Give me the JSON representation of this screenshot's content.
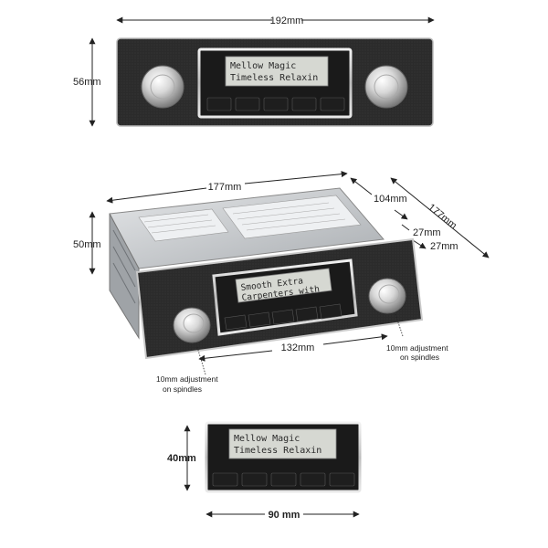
{
  "front_view": {
    "width_label": "192mm",
    "height_label": "56mm",
    "lcd_line1": "Mellow Magic",
    "lcd_line2": "Timeless Relaxin"
  },
  "side_view": {
    "length_label": "177mm",
    "height_label": "50mm",
    "depth_label": "104mm",
    "total_depth_label": "177mm",
    "offset1_label": "27mm",
    "offset2_label": "27mm",
    "width_label": "132mm",
    "note_right_line1": "10mm adjustment",
    "note_right_line2": "on spindles",
    "note_left_line1": "10mm adjustment",
    "note_left_line2": "on spindles",
    "lcd_line1": "Smooth Extra",
    "lcd_line2": "Carpenters with"
  },
  "module_view": {
    "height_label": "40mm",
    "width_label": "90 mm",
    "lcd_line1": "Mellow Magic",
    "lcd_line2": "Timeless Relaxin"
  },
  "colors": {
    "faceplate": "#2b2b2b",
    "chrome": "#d9d9d9",
    "lcd": "#d6d8d2",
    "button": "#1e1e1e",
    "chassis": "#b8bcc0"
  }
}
